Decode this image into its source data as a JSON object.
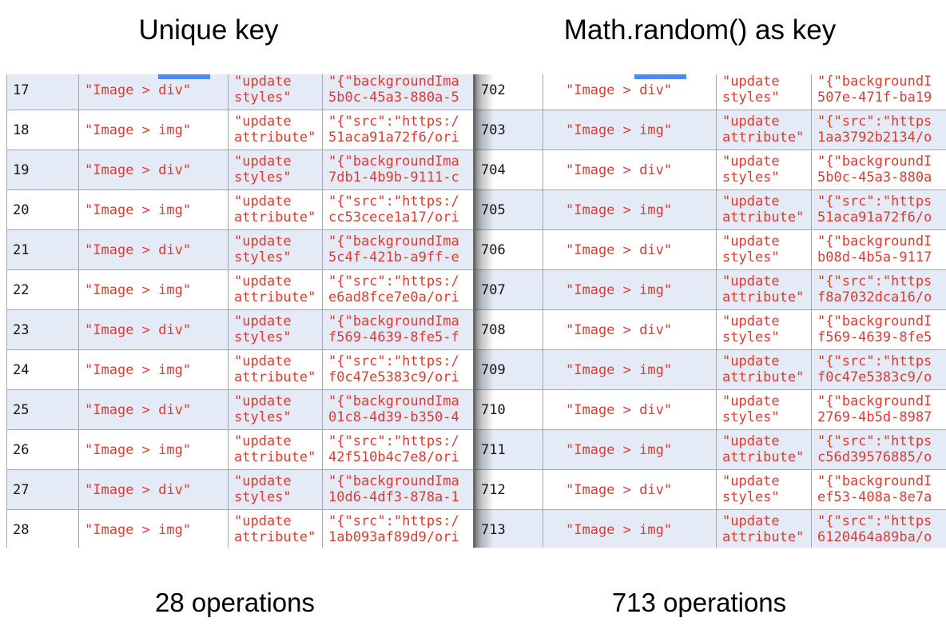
{
  "colors": {
    "value_text_red": "#e7382d",
    "row_stripe_blue": "#e4ebf7",
    "selection_highlight_blue": "#4b8bf5",
    "grid_border_gray": "#a6a6a6"
  },
  "panels": [
    {
      "title": "Unique key",
      "caption": "28 operations",
      "rows": [
        {
          "index": "17",
          "selector": "\"Image > div\"",
          "op1": "\"update",
          "op2": "styles\"",
          "payload1": "\"{\"backgroundIma",
          "payload2": "5b0c-45a3-880a-5",
          "shaded": true
        },
        {
          "index": "18",
          "selector": "\"Image > img\"",
          "op1": "\"update",
          "op2": "attribute\"",
          "payload1": "\"{\"src\":\"https:/",
          "payload2": "51aca91a72f6/ori",
          "shaded": false
        },
        {
          "index": "19",
          "selector": "\"Image > div\"",
          "op1": "\"update",
          "op2": "styles\"",
          "payload1": "\"{\"backgroundIma",
          "payload2": "7db1-4b9b-9111-c",
          "shaded": true
        },
        {
          "index": "20",
          "selector": "\"Image > img\"",
          "op1": "\"update",
          "op2": "attribute\"",
          "payload1": "\"{\"src\":\"https:/",
          "payload2": "cc53cece1a17/ori",
          "shaded": false
        },
        {
          "index": "21",
          "selector": "\"Image > div\"",
          "op1": "\"update",
          "op2": "styles\"",
          "payload1": "\"{\"backgroundIma",
          "payload2": "5c4f-421b-a9ff-e",
          "shaded": true
        },
        {
          "index": "22",
          "selector": "\"Image > img\"",
          "op1": "\"update",
          "op2": "attribute\"",
          "payload1": "\"{\"src\":\"https:/",
          "payload2": "e6ad8fce7e0a/ori",
          "shaded": false
        },
        {
          "index": "23",
          "selector": "\"Image > div\"",
          "op1": "\"update",
          "op2": "styles\"",
          "payload1": "\"{\"backgroundIma",
          "payload2": "f569-4639-8fe5-f",
          "shaded": true
        },
        {
          "index": "24",
          "selector": "\"Image > img\"",
          "op1": "\"update",
          "op2": "attribute\"",
          "payload1": "\"{\"src\":\"https:/",
          "payload2": "f0c47e5383c9/ori",
          "shaded": false
        },
        {
          "index": "25",
          "selector": "\"Image > div\"",
          "op1": "\"update",
          "op2": "styles\"",
          "payload1": "\"{\"backgroundIma",
          "payload2": "01c8-4d39-b350-4",
          "shaded": true
        },
        {
          "index": "26",
          "selector": "\"Image > img\"",
          "op1": "\"update",
          "op2": "attribute\"",
          "payload1": "\"{\"src\":\"https:/",
          "payload2": "42f510b4c7e8/ori",
          "shaded": false
        },
        {
          "index": "27",
          "selector": "\"Image > div\"",
          "op1": "\"update",
          "op2": "styles\"",
          "payload1": "\"{\"backgroundIma",
          "payload2": "10d6-4df3-878a-1",
          "shaded": true
        },
        {
          "index": "28",
          "selector": "\"Image > img\"",
          "op1": "\"update",
          "op2": "attribute\"",
          "payload1": "\"{\"src\":\"https:/",
          "payload2": "1ab093af89d9/ori",
          "shaded": false
        }
      ]
    },
    {
      "title": "Math.random() as key",
      "caption": "713 operations",
      "rows": [
        {
          "index": "702",
          "selector": "\"Image > div\"",
          "op1": "\"update",
          "op2": "styles\"",
          "payload1": "\"{\"backgroundI",
          "payload2": "507e-471f-ba19",
          "shaded": false
        },
        {
          "index": "703",
          "selector": "\"Image > img\"",
          "op1": "\"update",
          "op2": "attribute\"",
          "payload1": "\"{\"src\":\"https",
          "payload2": "1aa3792b2134/o",
          "shaded": true
        },
        {
          "index": "704",
          "selector": "\"Image > div\"",
          "op1": "\"update",
          "op2": "styles\"",
          "payload1": "\"{\"backgroundI",
          "payload2": "5b0c-45a3-880a",
          "shaded": false
        },
        {
          "index": "705",
          "selector": "\"Image > img\"",
          "op1": "\"update",
          "op2": "attribute\"",
          "payload1": "\"{\"src\":\"https",
          "payload2": "51aca91a72f6/o",
          "shaded": true
        },
        {
          "index": "706",
          "selector": "\"Image > div\"",
          "op1": "\"update",
          "op2": "styles\"",
          "payload1": "\"{\"backgroundI",
          "payload2": "b08d-4b5a-9117",
          "shaded": false
        },
        {
          "index": "707",
          "selector": "\"Image > img\"",
          "op1": "\"update",
          "op2": "attribute\"",
          "payload1": "\"{\"src\":\"https",
          "payload2": "f8a7032dca16/o",
          "shaded": true
        },
        {
          "index": "708",
          "selector": "\"Image > div\"",
          "op1": "\"update",
          "op2": "styles\"",
          "payload1": "\"{\"backgroundI",
          "payload2": "f569-4639-8fe5",
          "shaded": false
        },
        {
          "index": "709",
          "selector": "\"Image > img\"",
          "op1": "\"update",
          "op2": "attribute\"",
          "payload1": "\"{\"src\":\"https",
          "payload2": "f0c47e5383c9/o",
          "shaded": true
        },
        {
          "index": "710",
          "selector": "\"Image > div\"",
          "op1": "\"update",
          "op2": "styles\"",
          "payload1": "\"{\"backgroundI",
          "payload2": "2769-4b5d-8987",
          "shaded": false
        },
        {
          "index": "711",
          "selector": "\"Image > img\"",
          "op1": "\"update",
          "op2": "attribute\"",
          "payload1": "\"{\"src\":\"https",
          "payload2": "c56d39576885/o",
          "shaded": true
        },
        {
          "index": "712",
          "selector": "\"Image > div\"",
          "op1": "\"update",
          "op2": "styles\"",
          "payload1": "\"{\"backgroundI",
          "payload2": "ef53-408a-8e7a",
          "shaded": false
        },
        {
          "index": "713",
          "selector": "\"Image > img\"",
          "op1": "\"update",
          "op2": "attribute\"",
          "payload1": "\"{\"src\":\"https",
          "payload2": "6120464a89ba/o",
          "shaded": true
        }
      ]
    }
  ]
}
